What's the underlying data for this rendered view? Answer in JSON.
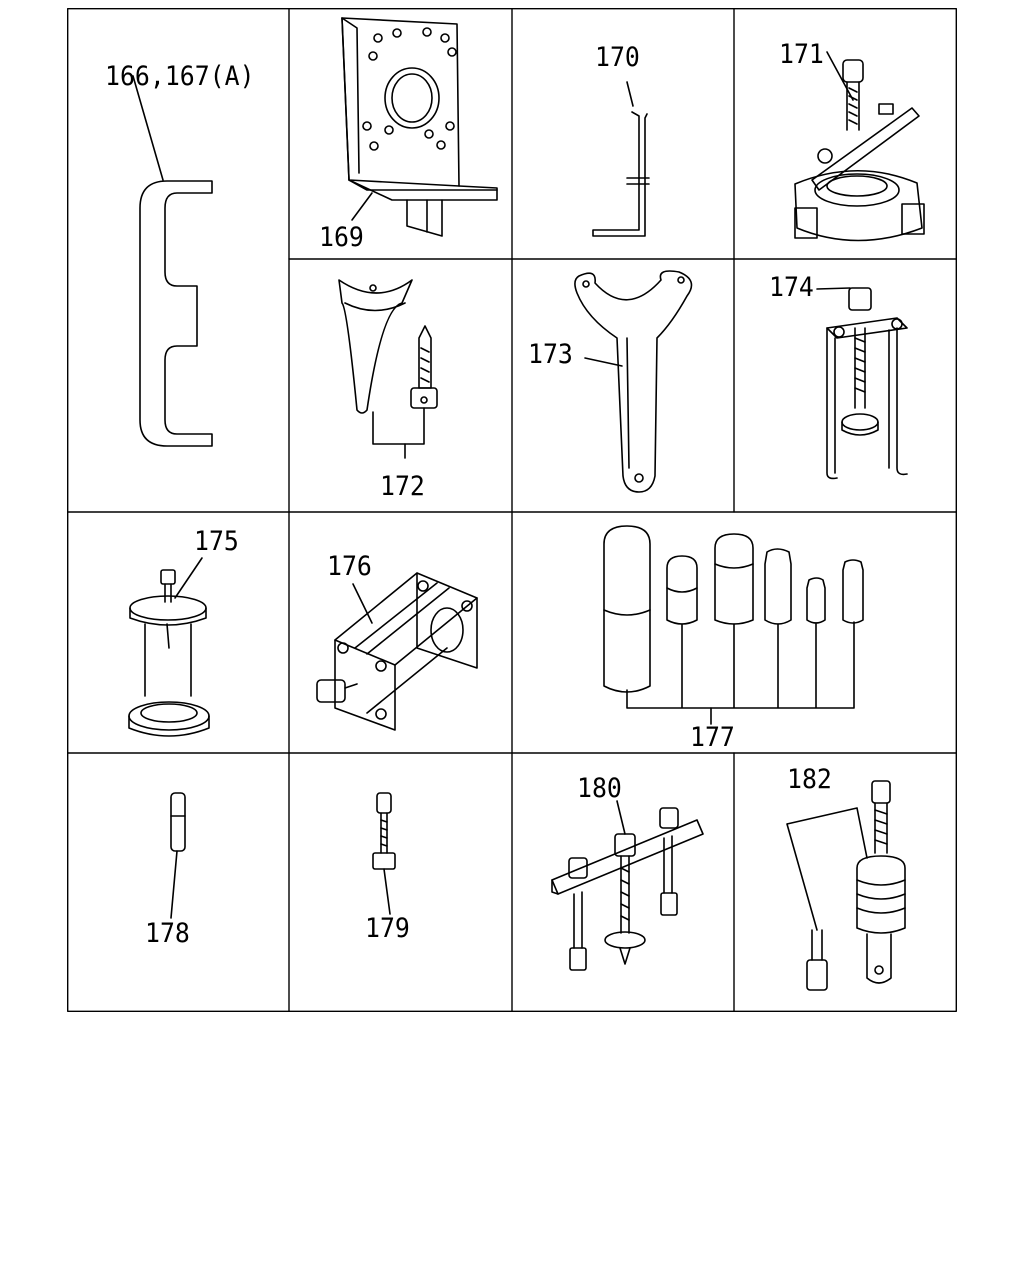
{
  "diagram": {
    "labels": {
      "p166": "166,167(A)",
      "p169": "169",
      "p170": "170",
      "p171": "171",
      "p172": "172",
      "p173": "173",
      "p174": "174",
      "p175": "175",
      "p176": "176",
      "p177": "177",
      "p178": "178",
      "p179": "179",
      "p180": "180",
      "p182": "182"
    }
  }
}
